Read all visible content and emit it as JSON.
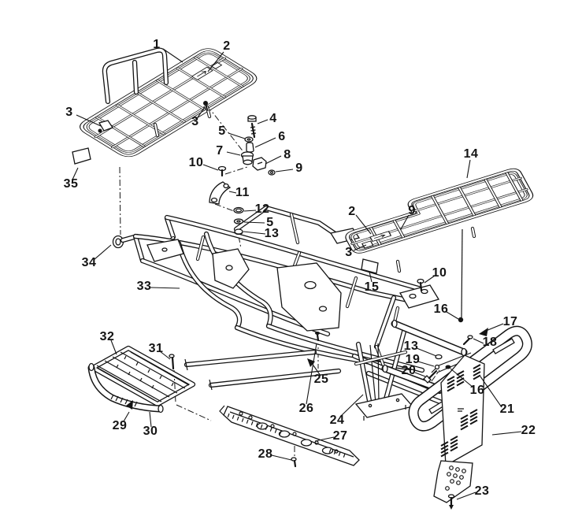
{
  "figure": {
    "type": "exploded-parts-diagram",
    "subject": "ATV frame, racks, footrests and bumper assembly",
    "background_color": "#ffffff",
    "ink_color": "#141414"
  },
  "callouts": [
    {
      "text": "1"
    },
    {
      "text": "2"
    },
    {
      "text": "3"
    },
    {
      "text": "3"
    },
    {
      "text": "4"
    },
    {
      "text": "5"
    },
    {
      "text": "6"
    },
    {
      "text": "7"
    },
    {
      "text": "8"
    },
    {
      "text": "9"
    },
    {
      "text": "10"
    },
    {
      "text": "11"
    },
    {
      "text": "12"
    },
    {
      "text": "5"
    },
    {
      "text": "13"
    },
    {
      "text": "14"
    },
    {
      "text": "2"
    },
    {
      "text": "9"
    },
    {
      "text": "3"
    },
    {
      "text": "15"
    },
    {
      "text": "10"
    },
    {
      "text": "16"
    },
    {
      "text": "17"
    },
    {
      "text": "18"
    },
    {
      "text": "13"
    },
    {
      "text": "19"
    },
    {
      "text": "20"
    },
    {
      "text": "16"
    },
    {
      "text": "21"
    },
    {
      "text": "22"
    },
    {
      "text": "23"
    },
    {
      "text": "24"
    },
    {
      "text": "25"
    },
    {
      "text": "26"
    },
    {
      "text": "27"
    },
    {
      "text": "28"
    },
    {
      "text": "29"
    },
    {
      "text": "30"
    },
    {
      "text": "31"
    },
    {
      "text": "32"
    },
    {
      "text": "33"
    },
    {
      "text": "34"
    },
    {
      "text": "35"
    }
  ]
}
